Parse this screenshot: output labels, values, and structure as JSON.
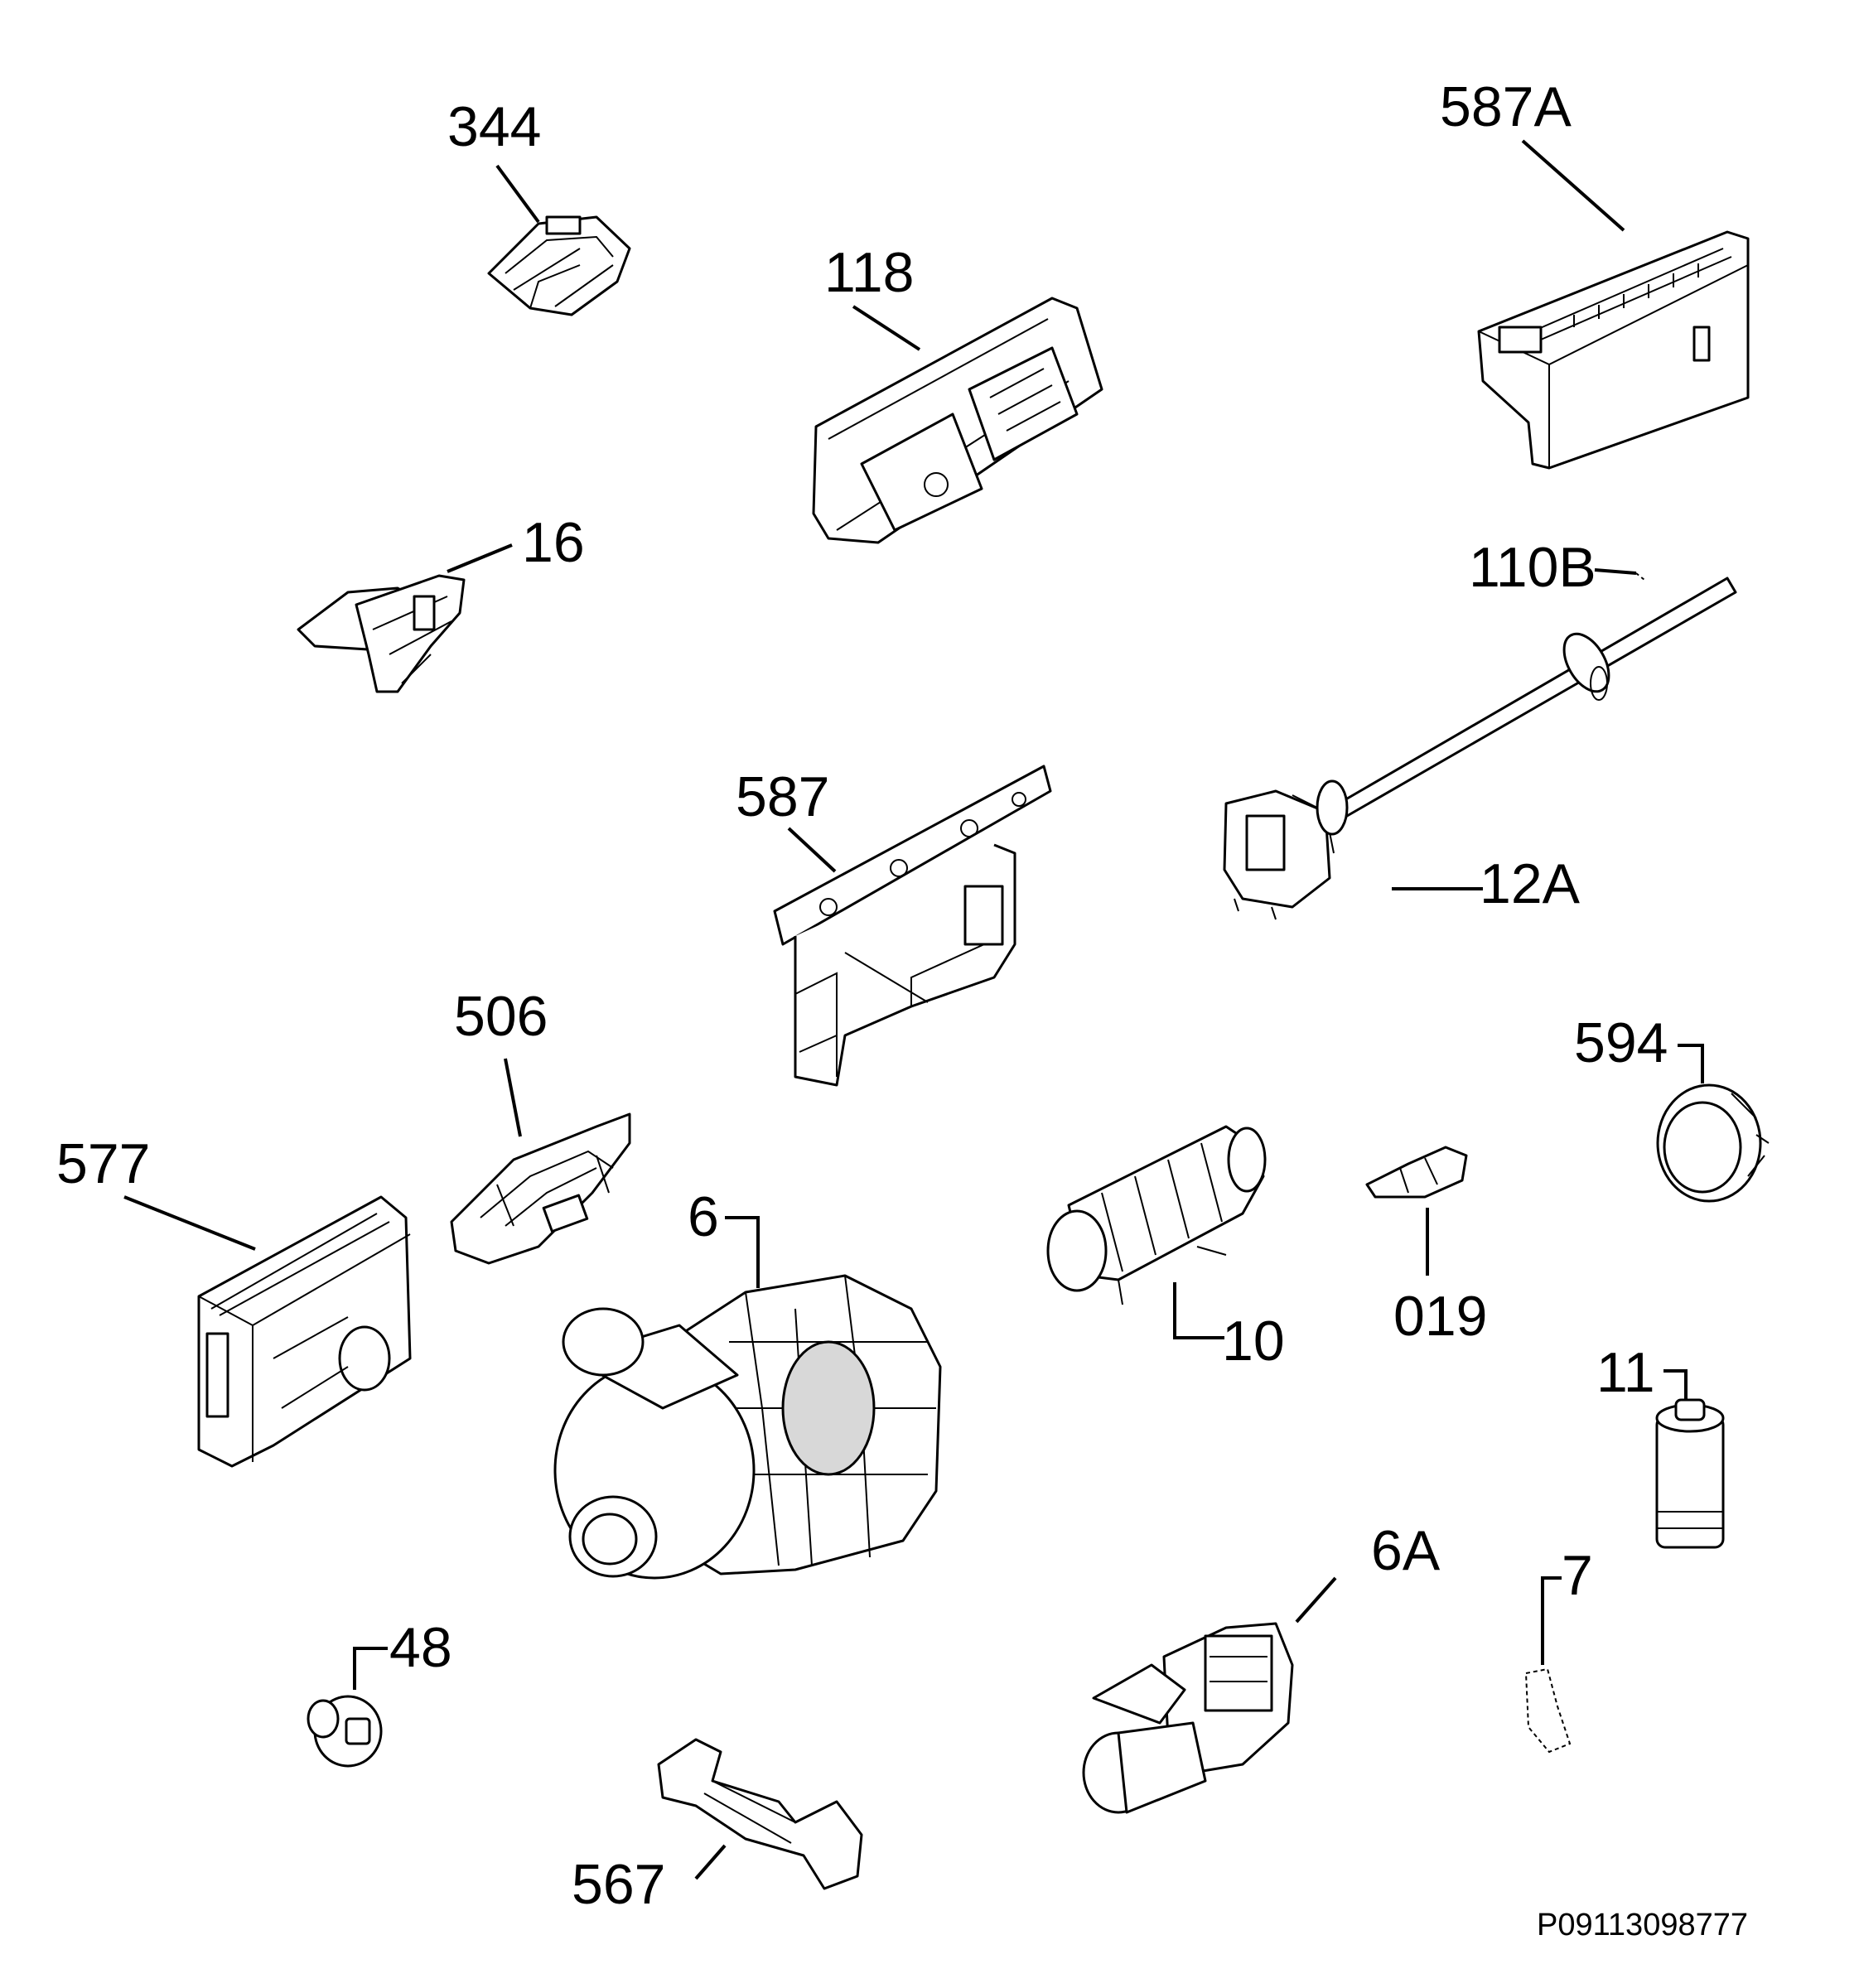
{
  "drawing_code": "P09113098777",
  "parts": [
    {
      "id": "p344",
      "label": "344"
    },
    {
      "id": "p118",
      "label": "118"
    },
    {
      "id": "p587A",
      "label": "587A"
    },
    {
      "id": "p16",
      "label": "16"
    },
    {
      "id": "p110B",
      "label": "110B"
    },
    {
      "id": "p587",
      "label": "587"
    },
    {
      "id": "p12A",
      "label": "12A"
    },
    {
      "id": "p506",
      "label": "506"
    },
    {
      "id": "p594",
      "label": "594"
    },
    {
      "id": "p577",
      "label": "577"
    },
    {
      "id": "p6",
      "label": "6"
    },
    {
      "id": "p10",
      "label": "10"
    },
    {
      "id": "p019",
      "label": "019"
    },
    {
      "id": "p11",
      "label": "11"
    },
    {
      "id": "p6A",
      "label": "6A"
    },
    {
      "id": "p7",
      "label": "7"
    },
    {
      "id": "p48",
      "label": "48"
    },
    {
      "id": "p567",
      "label": "567"
    }
  ]
}
